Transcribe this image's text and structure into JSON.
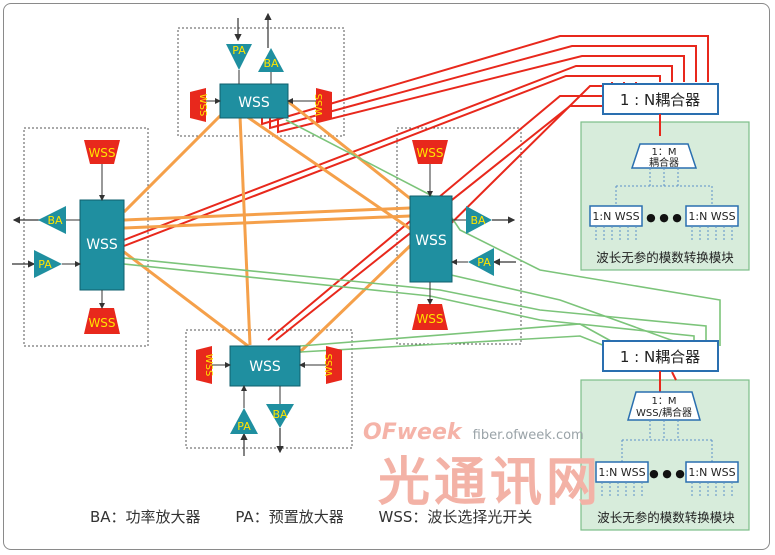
{
  "labels": {
    "wss": "WSS",
    "ba": "BA",
    "pa": "PA"
  },
  "coupler_top": {
    "label": "1 : N耦合器",
    "sub_coupler": "1：M\n耦合器",
    "wss_left": "1:N WSS",
    "wss_right": "1:N WSS",
    "dots": "● ● ●",
    "footer": "波长无参的模数转换模块"
  },
  "coupler_bottom": {
    "label": "1 : N耦合器",
    "sub_coupler": "1：M\nWSS/耦合器",
    "wss_left": "1:N WSS",
    "wss_right": "1:N WSS",
    "dots": "● ● ●",
    "footer": "波长无参的模数转换模块"
  },
  "legend": {
    "ba": "BA：功率放大器",
    "pa": "PA：预置放大器",
    "wss": "WSS：波长选择光开关"
  },
  "watermark": {
    "logo": "OFweek",
    "url": "fiber.ofweek.com",
    "big": "光通讯网"
  },
  "colors": {
    "wss_box": "#1f8fa0",
    "red_wss": "#e8281c",
    "wss_text": "#ffe400",
    "orange_line": "#f5a04a",
    "red_line": "#e8281c",
    "green_line": "#7cc47a",
    "module_bg": "#d7ecdb",
    "module_border": "#7cbf88"
  }
}
